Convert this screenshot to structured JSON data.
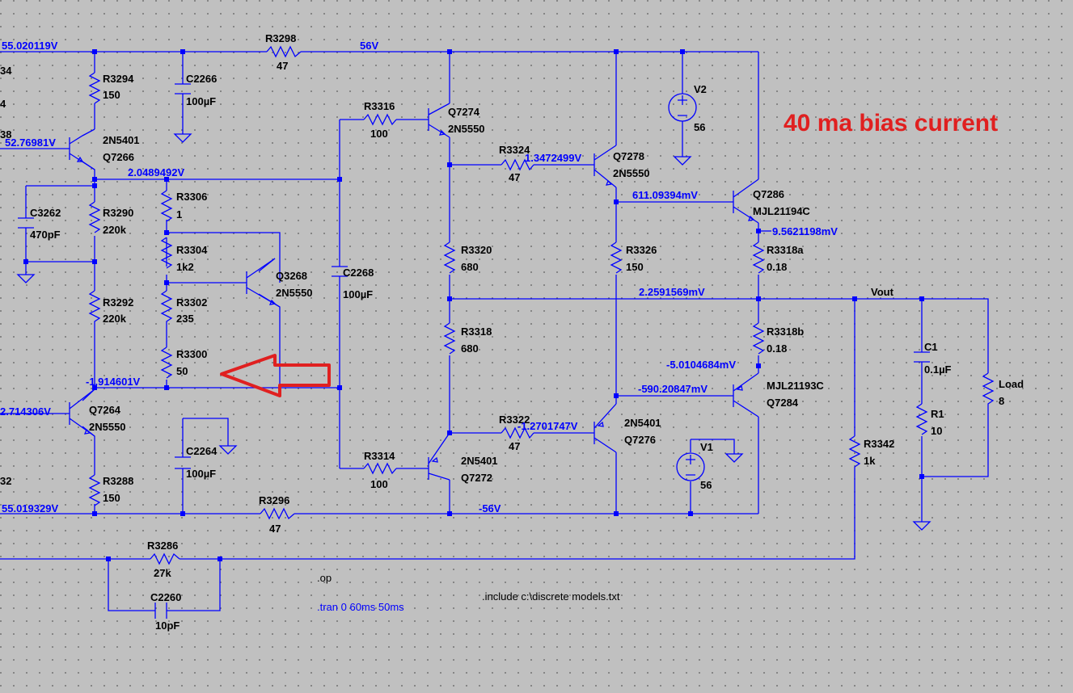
{
  "annotation": "40 ma bias current",
  "directives": {
    "op": ".op",
    "tran": ".tran 0 60ms 50ms",
    "include": ".include c:\\discrete models.txt"
  },
  "nets": {
    "top_left_v": "55.020119V",
    "rail_pos": "56V",
    "q7266_base_v": "52.76981V",
    "node_2048": "2.0489492V",
    "node_1347": "1.3472499V",
    "node_611": "611.09394mV",
    "node_956": "9.5621198mV",
    "node_2259": "2.2591569mV",
    "vout": "Vout",
    "node_5010": "-5.0104684mV",
    "node_590": "-590.20847mV",
    "node_1914": "-1.914601V",
    "q7264_base_v": "2.714306V",
    "node_1270": "-1.2701747V",
    "rail_neg": "-56V",
    "bottom_left_v": "55.019329V",
    "cut_34": "34",
    "cut_4": "4",
    "cut_38": "38",
    "cut_32": "32"
  },
  "components": [
    {
      "name": "R3298",
      "value": "47"
    },
    {
      "name": "R3294",
      "value": "150"
    },
    {
      "name": "C2266",
      "value": "100µF"
    },
    {
      "name": "R3316",
      "value": "100"
    },
    {
      "name": "Q7274",
      "value": "2N5550"
    },
    {
      "name": "R3324",
      "value": "47"
    },
    {
      "name": "Q7278",
      "value": "2N5550"
    },
    {
      "name": "V2",
      "value": "56"
    },
    {
      "name": "Q7266",
      "value": "2N5401"
    },
    {
      "name": "Q7286",
      "value": "MJL21194C"
    },
    {
      "name": "R3306",
      "value": "1"
    },
    {
      "name": "C3262",
      "value": "470pF"
    },
    {
      "name": "R3290",
      "value": "220k"
    },
    {
      "name": "R3304",
      "value": "1k2"
    },
    {
      "name": "Q3268",
      "value": "2N5550"
    },
    {
      "name": "C2268",
      "value": "100µF"
    },
    {
      "name": "R3320",
      "value": "680"
    },
    {
      "name": "R3326",
      "value": "150"
    },
    {
      "name": "R3318a",
      "value": "0.18"
    },
    {
      "name": "R3292",
      "value": "220k"
    },
    {
      "name": "R3302",
      "value": "235"
    },
    {
      "name": "R3318",
      "value": "680"
    },
    {
      "name": "R3318b",
      "value": "0.18"
    },
    {
      "name": "C1",
      "value": "0.1µF"
    },
    {
      "name": "R3300",
      "value": "50"
    },
    {
      "name": "Load",
      "value": "8"
    },
    {
      "name": "MJL21193C",
      "value": "Q7284"
    },
    {
      "name": "Q7264",
      "value": "2N5550"
    },
    {
      "name": "R1",
      "value": "10"
    },
    {
      "name": "R3322",
      "value": "47"
    },
    {
      "name": "2N5401",
      "value": "Q7276"
    },
    {
      "name": "C2264",
      "value": "100µF"
    },
    {
      "name": "R3314",
      "value": "100"
    },
    {
      "name": "2N5401",
      "value": "Q7272"
    },
    {
      "name": "V1",
      "value": "56"
    },
    {
      "name": "R3342",
      "value": "1k"
    },
    {
      "name": "R3288",
      "value": "150"
    },
    {
      "name": "R3296",
      "value": "47"
    },
    {
      "name": "R3286",
      "value": "27k"
    },
    {
      "name": "C2260",
      "value": "10pF"
    }
  ],
  "colors": {
    "background": "#c0c0c0",
    "wire": "#0000ff",
    "label": "#000000",
    "annotation": "#e02020"
  }
}
